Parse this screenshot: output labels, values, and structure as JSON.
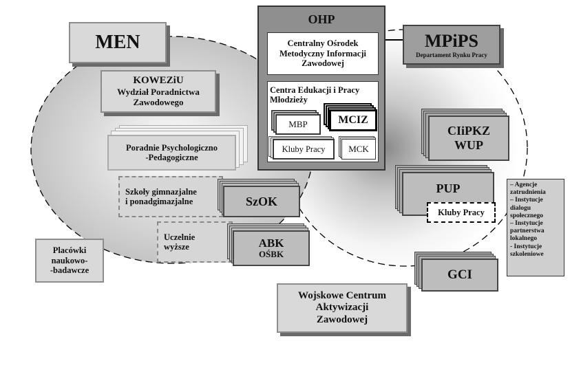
{
  "men": "MEN",
  "koweziu": {
    "l1": "KOWEZiU",
    "l2": "Wydział Poradnictwa",
    "l3": "Zawodowego"
  },
  "poradnie": {
    "l1": "Poradnie Psychologiczno",
    "l2": "-Pedagogiczne"
  },
  "szkoly": {
    "l1": "Szkoły gimnazjalne",
    "l2": "i ponadgimazjalne"
  },
  "szok": "SzOK",
  "uczelnie": {
    "l1": "Uczelnie",
    "l2": "wyższe"
  },
  "abk": {
    "l1": "ABK",
    "l2": "OŚBK"
  },
  "placowki": {
    "l1": "Placówki",
    "l2": "naukowo-",
    "l3": "-badawcze"
  },
  "ohp": {
    "title": "OHP",
    "com": {
      "l1": "Centralny Ośrodek",
      "l2": "Metodyczny Informacji",
      "l3": "Zawodowej"
    },
    "ceip": {
      "l1": "Centra Edukacji i Pracy",
      "l2": "Młodzieży"
    },
    "mbp": "MBP",
    "mciz": "MCIZ",
    "kluby": "Kluby Pracy",
    "mck": "MCK"
  },
  "mpips": {
    "title": "MPiPS",
    "subtitle": "Departament Rynku Pracy"
  },
  "cipkz": {
    "l1": "CIiPKZ",
    "l2": "WUP"
  },
  "pup": "PUP",
  "kluby_pup": "Kluby Pracy",
  "partners": [
    "– Agencje zatrudnienia",
    "– Instytucje dialogu społecznego",
    "– Instytucje partnerstwa lokalnego",
    "- Instytucje szkoleniowe"
  ],
  "gci": "GCI",
  "wcaz": {
    "l1": "Wojskowe Centrum",
    "l2": "Aktywizacji",
    "l3": "Zawodowej"
  }
}
